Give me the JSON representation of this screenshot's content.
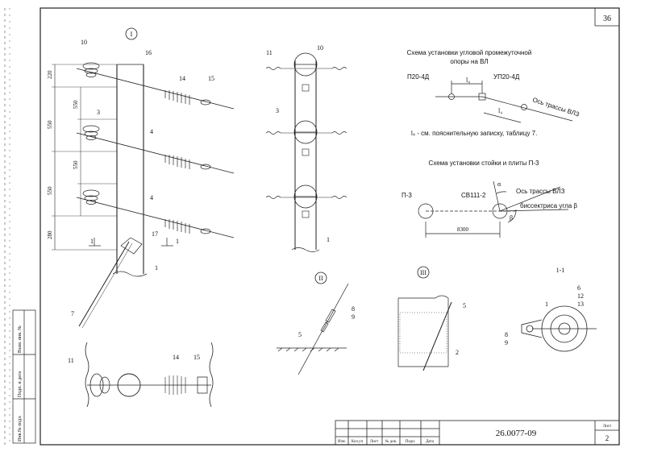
{
  "sheet": {
    "page_number": "36",
    "doc_code": "26.0077-09",
    "sheet_label": "Лист",
    "sheet_no": "2"
  },
  "title_block": {
    "cols": [
      "Изм.",
      "Кол.уч",
      "Лист",
      "№ док.",
      "Подп.",
      "Дата"
    ]
  },
  "side_stamps": [
    "Инв.№ подл.",
    "Подп. и дата",
    "Взам. инв. №"
  ],
  "views": {
    "one": "I",
    "two": "II",
    "three": "III",
    "section": "1-1",
    "section_mark": "1"
  },
  "view_main": {
    "dims": [
      "220",
      "550",
      "550",
      "550",
      "550",
      "280"
    ],
    "callouts": [
      "10",
      "16",
      "14",
      "15",
      "3",
      "4",
      "4",
      "17",
      "1",
      "7"
    ]
  },
  "view_front": {
    "callouts": [
      "11",
      "10",
      "3",
      "1"
    ]
  },
  "view_plan": {
    "callouts": [
      "11",
      "14",
      "15"
    ]
  },
  "scheme1": {
    "title_line1": "Схема установки угловой промежуточной",
    "title_line2": "опоры на ВЛ",
    "left_label": "П20-4Д",
    "right_label": "УП20-4Д",
    "axis_label": "Ось трассы ВЛЗ",
    "len_label": "l₄",
    "note": "l₄ - см. пояснительную записку, таблицу 7."
  },
  "scheme2": {
    "title": "Схема установки стойки и плиты П-3",
    "left_label": "П-3",
    "mid_label": "СВ111-2",
    "axis_label": "Ось трассы ВЛЗ",
    "bisector_label": "биссектриса угла β",
    "alpha": "α",
    "beta": "β",
    "dim": "8300"
  },
  "view_two": {
    "callouts": [
      "8",
      "9",
      "5"
    ]
  },
  "view_three": {
    "callouts": [
      "5",
      "2"
    ]
  },
  "section_view": {
    "callouts": [
      "1",
      "6",
      "12",
      "13",
      "8",
      "9"
    ]
  }
}
